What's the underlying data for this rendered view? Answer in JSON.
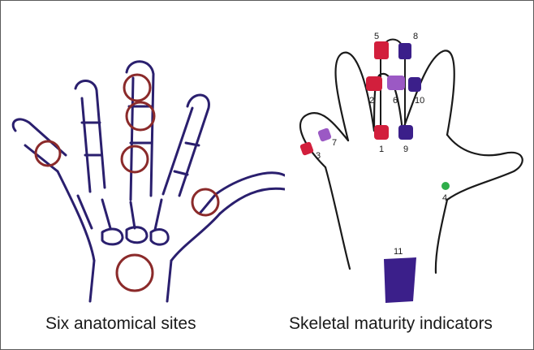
{
  "figure": {
    "left_panel": {
      "caption": "Six anatomical sites"
    },
    "right_panel": {
      "caption": "Skeletal maturity indicators",
      "indicators": [
        {
          "id": "1",
          "label": "1",
          "color": "#d21f3c"
        },
        {
          "id": "2",
          "label": "2",
          "color": "#d21f3c"
        },
        {
          "id": "3",
          "label": "3",
          "color": "#d21f3c"
        },
        {
          "id": "4",
          "label": "4",
          "color": "#2fae4a"
        },
        {
          "id": "5",
          "label": "5",
          "color": "#d21f3c"
        },
        {
          "id": "6",
          "label": "6",
          "color": "#9b59c4"
        },
        {
          "id": "7",
          "label": "7",
          "color": "#9b59c4"
        },
        {
          "id": "8",
          "label": "8",
          "color": "#3b1f8a"
        },
        {
          "id": "9",
          "label": "9",
          "color": "#3b1f8a"
        },
        {
          "id": "10",
          "label": "10",
          "color": "#3b1f8a"
        },
        {
          "id": "11",
          "label": "11",
          "color": "#3b1f8a"
        }
      ]
    },
    "colors": {
      "outline": "#2a1f6e",
      "site_circle": "#8b2a2a",
      "red": "#d21f3c",
      "violet": "#9b59c4",
      "indigo": "#3b1f8a",
      "green": "#2fae4a"
    }
  }
}
